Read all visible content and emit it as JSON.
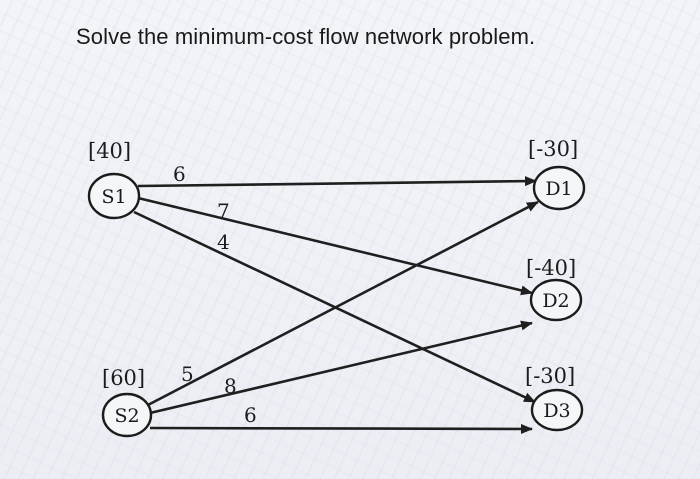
{
  "question": "Solve the minimum-cost flow network problem.",
  "nodes": {
    "s1": {
      "label": "S1",
      "supply": "[40]"
    },
    "s2": {
      "label": "S2",
      "supply": "[60]"
    },
    "d1": {
      "label": "D1",
      "supply": "[-30]"
    },
    "d2": {
      "label": "D2",
      "supply": "[-40]"
    },
    "d3": {
      "label": "D3",
      "supply": "[-30]"
    }
  },
  "arcs": {
    "s1_d1": {
      "from": "S1",
      "to": "D1",
      "cost": "6"
    },
    "s1_d2": {
      "from": "S1",
      "to": "D2",
      "cost": "7"
    },
    "s1_d3": {
      "from": "S1",
      "to": "D3",
      "cost": "4"
    },
    "s2_d1": {
      "from": "S2",
      "to": "D1",
      "cost": "5"
    },
    "s2_d2": {
      "from": "S2",
      "to": "D2",
      "cost": "8"
    },
    "s2_d3": {
      "from": "S2",
      "to": "D3",
      "cost": "6"
    }
  }
}
